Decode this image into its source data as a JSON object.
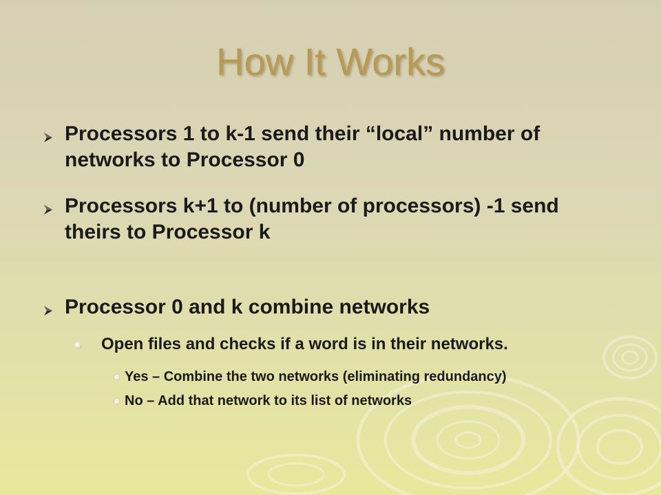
{
  "slide": {
    "title": "How It Works",
    "bullets": [
      {
        "icon": "arrow-bullet-icon",
        "text": "Processors 1 to k-1 send their “local” number of networks to Processor 0"
      },
      {
        "icon": "arrow-bullet-icon",
        "text": "Processors k+1 to (number of processors) -1 send theirs to Processor k"
      },
      {
        "icon": "arrow-bullet-icon",
        "text": "Processor 0 and k combine networks"
      }
    ],
    "sub_bullet": {
      "icon": "dot-bullet-icon",
      "text": "Open files and checks if a word is in their networks."
    },
    "sub_sub_bullets": [
      {
        "icon": "small-dot-bullet-icon",
        "text": "Yes – Combine the two networks (eliminating redundancy)"
      },
      {
        "icon": "small-dot-bullet-icon",
        "text": "No – Add that network to its list of networks"
      }
    ]
  },
  "colors": {
    "title": "#b89a55",
    "text": "#1a1a1a",
    "background_top": "#d6cfb4",
    "background_bottom": "#e8e89c",
    "ring_decor": "#f4f0d8"
  }
}
